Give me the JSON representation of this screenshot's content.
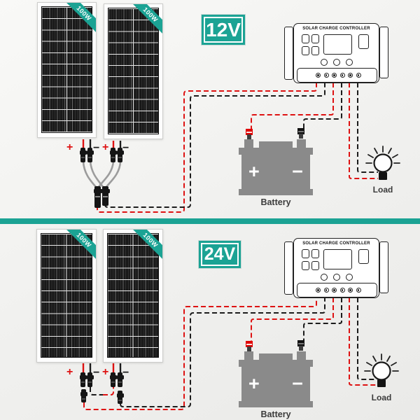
{
  "colors": {
    "teal": "#1BA394",
    "wire_red": "#DE1212",
    "wire_black": "#1C1C1C",
    "battery_gray": "#8A8A8A",
    "clamp_red": "#E00000",
    "label_text": "#3B3B3B"
  },
  "symbols": {
    "plus": "+",
    "minus": "−"
  },
  "sections": [
    {
      "voltage": "12V",
      "panels": [
        {
          "watt": "100W"
        },
        {
          "watt": "100W"
        }
      ],
      "controller_title": "SOLAR CHARGE CONTROLLER",
      "battery_label": "Battery",
      "load_label": "Load"
    },
    {
      "voltage": "24V",
      "panels": [
        {
          "watt": "100W"
        },
        {
          "watt": "100W"
        }
      ],
      "controller_title": "SOLAR CHARGE CONTROLLER",
      "battery_label": "Battery",
      "load_label": "Load"
    }
  ]
}
